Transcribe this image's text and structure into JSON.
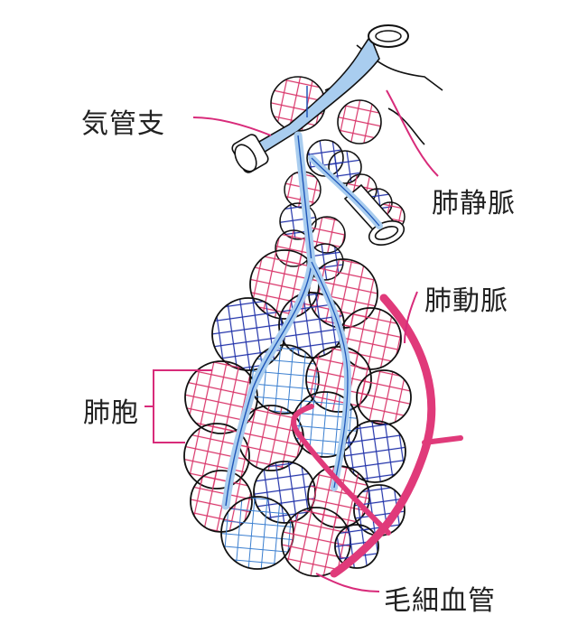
{
  "labels": {
    "bronchiole": "気管支",
    "pulmonary_vein": "肺静脈",
    "pulmonary_artery": "肺動脈",
    "alveoli": "肺胞",
    "capillaries": "毛細血管"
  },
  "colors": {
    "outline": "#111111",
    "capillary_red": "#d9366a",
    "capillary_blue": "#2233aa",
    "airway_fill": "#a9cdef",
    "airway_stroke": "#1f56b8",
    "artery": "#e03a7a",
    "leader_line": "#d82b7a"
  }
}
